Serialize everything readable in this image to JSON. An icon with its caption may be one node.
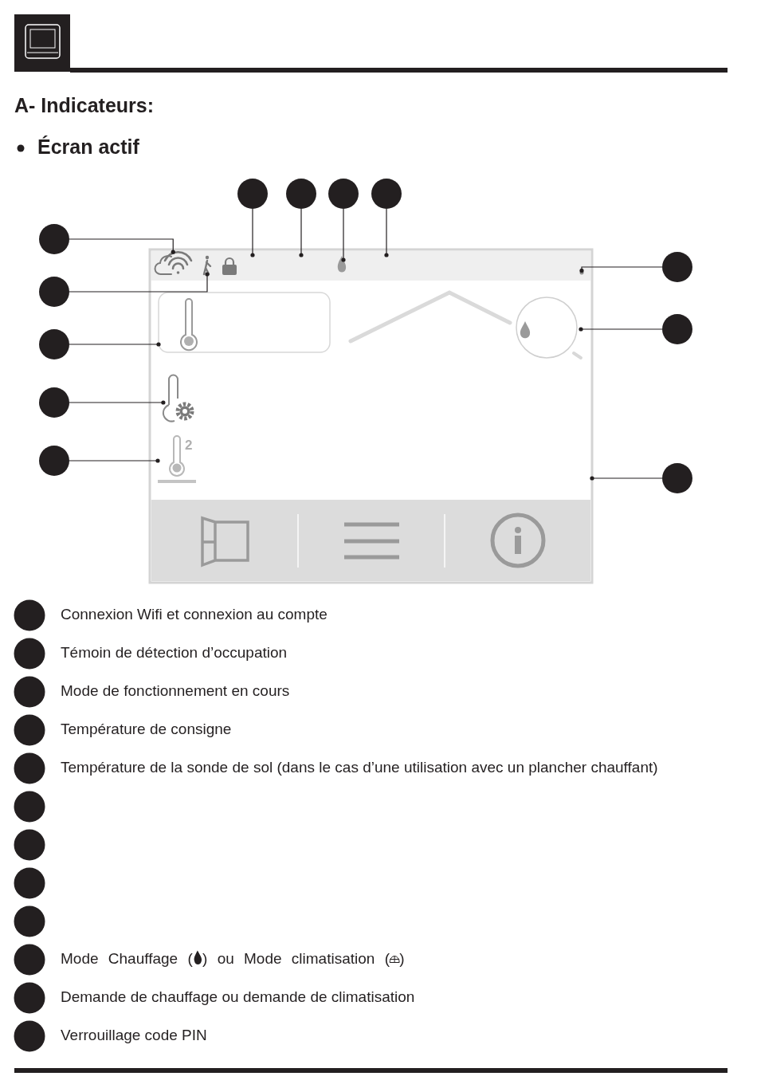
{
  "diagram": {
    "title": "A- Indicateurs:",
    "nodes": [
      {
        "text": [],
        "shape": "circle"
      },
      {
        "text": [],
        "shape": "circle"
      },
      {
        "text": [],
        "shape": "circle"
      },
      {
        "text": [],
        "shape": "circle"
      },
      {
        "text": [],
        "shape": "circle"
      },
      {
        "text": [],
        "shape": "circle"
      },
      {
        "text": [],
        "shape": "circle"
      },
      {
        "text": [],
        "shape": "circle"
      },
      {
        "text": [],
        "shape": "circle"
      },
      {
        "text": [],
        "shape": "circle"
      },
      {
        "text": [],
        "shape": "circle"
      },
      {
        "text": [],
        "shape": "circle"
      },
      {
        "text": [],
        "shape": "box"
      },
      {
        "text": [],
        "shape": "bar",
        "in": 12
      },
      {
        "text": [],
        "shape": "cloud",
        "in": 13
      },
      {
        "text": [],
        "shape": "person",
        "in": 13
      },
      {
        "text": [],
        "shape": "flame",
        "in": 13
      },
      {
        "text": [],
        "shape": "circle",
        "in": 13
      },
      {
        "text": [],
        "shape": "box",
        "in": 12
      },
      {
        "text": [],
        "shape": "circle",
        "in": 12
      },
      {
        "text": [],
        "shape": "thermometer",
        "in": 12
      },
      {
        "text": [],
        "shape": "thermometer",
        "in": 12
      },
      {
        "text": [],
        "shape": "circle",
        "beside": [
          "Connexion Wifi et connexion au compte"
        ]
      },
      {
        "text": [],
        "shape": "circle",
        "beside": [
          "Témoin de détection d’occupation"
        ]
      },
      {
        "text": [],
        "shape": "circle",
        "beside": [
          "Mode de fonctionnement en cours"
        ]
      },
      {
        "text": [],
        "shape": "circle",
        "beside": [
          "Température de consigne"
        ]
      },
      {
        "text": [],
        "shape": "circle",
        "beside": [
          "Température de la sonde de sol (dans le cas d’une utilisation avec un plancher chauffant)"
        ]
      },
      {
        "text": [],
        "shape": "circle"
      },
      {
        "text": [],
        "shape": "circle"
      },
      {
        "text": [],
        "shape": "circle"
      },
      {
        "text": [],
        "shape": "circle"
      },
      {
        "text": [],
        "shape": "circle",
        "beside": [
          "Mode Chauffage ( ) ou Mode climatisation ( )"
        ]
      },
      {
        "text": [],
        "shape": "circle",
        "beside": [
          "Demande de chauffage ou demande de climatisation"
        ]
      },
      {
        "text": [],
        "shape": "circle",
        "beside": [
          "Verrouillage code PIN"
        ]
      }
    ],
    "edges": [
      {
        "from": 0,
        "to": 13,
        "arrow": "other"
      },
      {
        "from": 1,
        "to": 13,
        "arrow": "other"
      },
      {
        "from": 2,
        "to": 16,
        "arrow": "other"
      },
      {
        "from": 3,
        "to": 13,
        "arrow": "other"
      },
      {
        "from": 4,
        "to": 14,
        "arrow": "other"
      },
      {
        "from": 5,
        "to": 17,
        "arrow": "other"
      },
      {
        "from": 6,
        "to": 15,
        "arrow": "other"
      },
      {
        "from": 7,
        "to": 19,
        "arrow": "other"
      },
      {
        "from": 8,
        "to": 18,
        "arrow": "other"
      },
      {
        "from": 9,
        "to": 20,
        "arrow": "other"
      },
      {
        "from": 10,
        "to": 21,
        "arrow": "other"
      },
      {
        "from": 11,
        "to": 12,
        "arrow": "other"
      }
    ],
    "labels": [
      "Écran actif",
      "2"
    ]
  }
}
